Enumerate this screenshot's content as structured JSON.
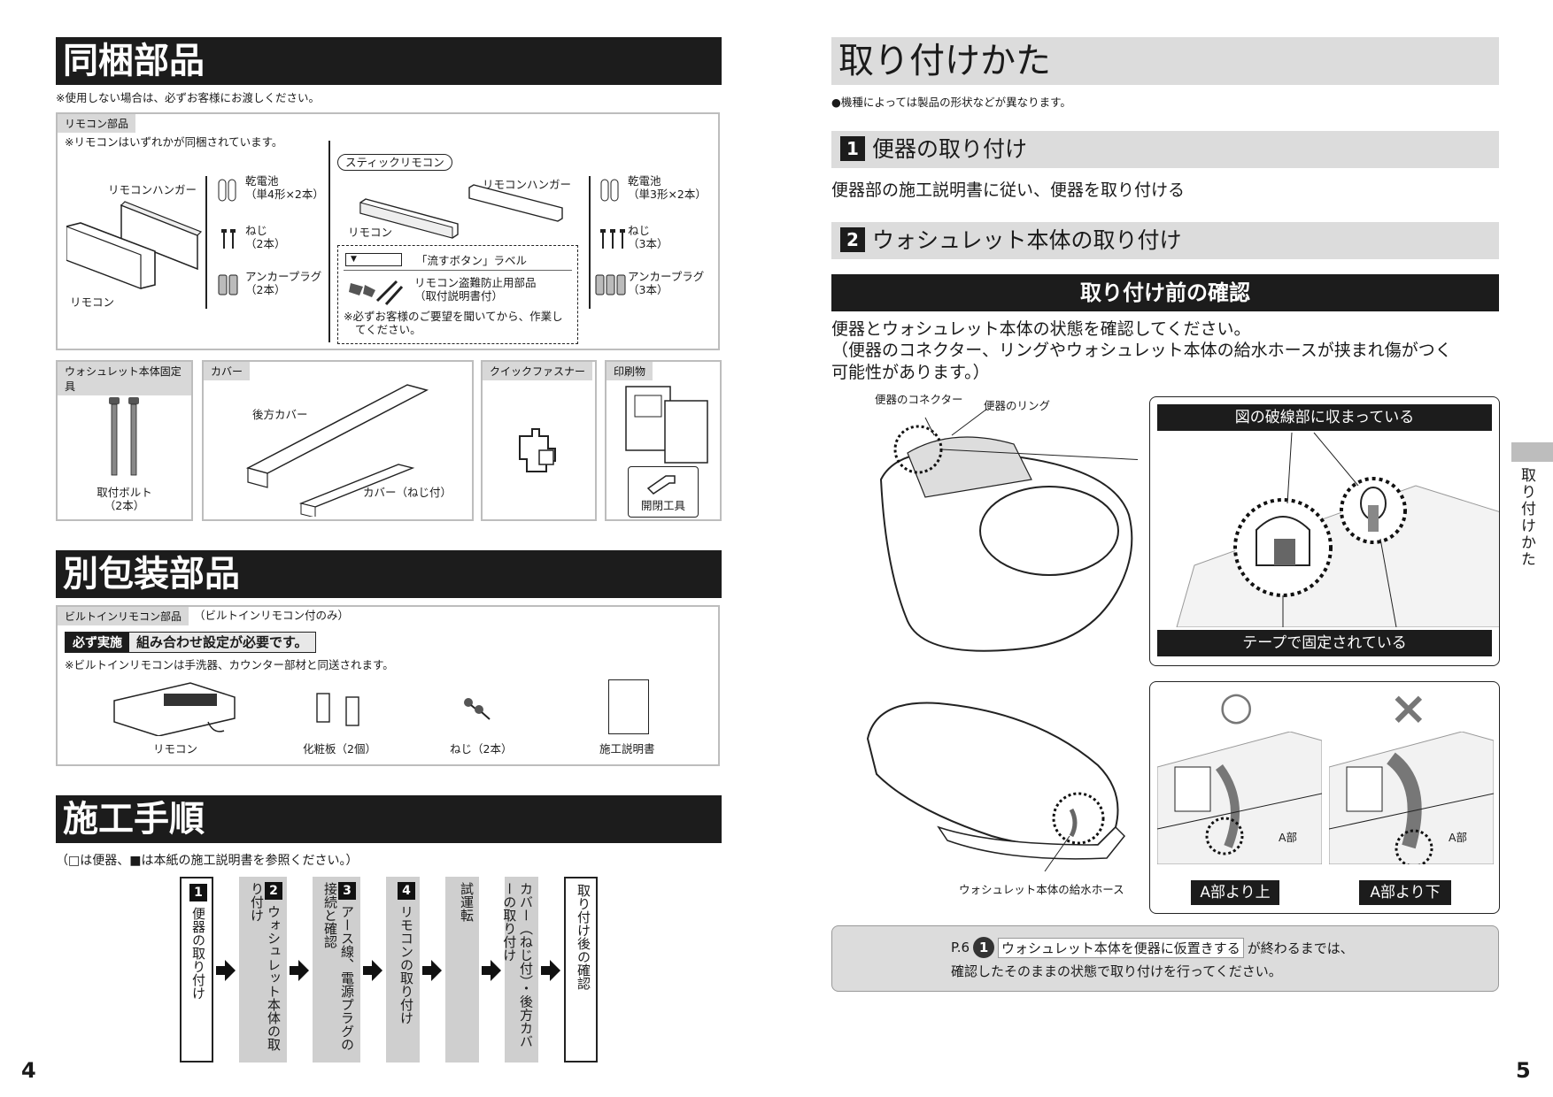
{
  "left": {
    "sec1_title": "同梱部品",
    "sec1_note": "※使用しない場合は、必ずお客様にお渡しください。",
    "remote_tag": "リモコン部品",
    "remote_note": "※リモコンはいずれかが同梱されています。",
    "hanger_label": "リモコンハンガー",
    "remote_label": "リモコン",
    "battery_l1": "乾電池",
    "battery_l2": "（単4形×2本）",
    "screw_l1": "ねじ",
    "screw_l2": "（2本）",
    "anchor_l1": "アンカープラグ",
    "anchor_l2": "（2本）",
    "stick_title": "スティックリモコン",
    "stick_hanger": "リモコンハンガー",
    "stick_remote": "リモコン",
    "flush_label": "「流すボタン」ラベル",
    "flush_mark": "▼",
    "theft_l1": "リモコン盗難防止用部品",
    "theft_l2": "（取付説明書付）",
    "theft_note_l1": "※必ずお客様のご要望を聞いてから、作業し",
    "theft_note_l2": "てください。",
    "battery3_l1": "乾電池",
    "battery3_l2": "（単3形×2本）",
    "screw3_l1": "ねじ",
    "screw3_l2": "（3本）",
    "anchor3_l1": "アンカープラグ",
    "anchor3_l2": "（3本）",
    "fix_tag": "ウォシュレット本体固定具",
    "bolt_l1": "取付ボルト",
    "bolt_l2": "（2本）",
    "cover_tag": "カバー",
    "rear_cover": "後方カバー",
    "cover_screw": "カバー（ねじ付）",
    "quick_tag": "クイックファスナー",
    "print_tag": "印刷物",
    "open_tool": "開閉工具",
    "sec2_title": "別包装部品",
    "builtin_tag": "ビルトインリモコン部品",
    "builtin_note": "（ビルトインリモコン付のみ）",
    "must_label": "必ず実施",
    "must_text": "組み合わせ設定が必要です。",
    "builtin_ship": "※ビルトインリモコンは手洗器、カウンター部材と同送されます。",
    "b_remote": "リモコン",
    "b_panel": "化粧板（2個）",
    "b_screw": "ねじ（2本）",
    "b_manual": "施工説明書",
    "sec3_title": "施工手順",
    "legend": "（□は便器、■は本紙の施工説明書を参照ください。）",
    "steps": [
      {
        "num": "1",
        "text": "便器の取り付け"
      },
      {
        "num": "2",
        "text": "ウォシュレット本体の取り付け"
      },
      {
        "num": "3",
        "text": "アース線、電源プラグの接続と確認"
      },
      {
        "num": "4",
        "text": "リモコンの取り付け"
      },
      {
        "num": "",
        "text": "試運転"
      },
      {
        "num": "",
        "text": "カバー（ねじ付）・後方カバーの取り付け"
      },
      {
        "num": "",
        "text": "取り付け後の確認"
      }
    ],
    "page_num": "4"
  },
  "right": {
    "title": "取り付けかた",
    "note": "●機種によっては製品の形状などが異なります。",
    "s1_num": "1",
    "s1_title": "便器の取り付け",
    "s1_text": "便器部の施工説明書に従い、便器を取り付ける",
    "s2_num": "2",
    "s2_title": "ウォシュレット本体の取り付け",
    "check_title": "取り付け前の確認",
    "check_l1": "便器とウォシュレット本体の状態を確認してください。",
    "check_l2": "（便器のコネクター、リングやウォシュレット本体の給水ホースが挟まれ傷がつく",
    "check_l3": "可能性があります。）",
    "conn_label": "便器のコネクター",
    "ring_label": "便器のリング",
    "box1_top": "図の破線部に収まっている",
    "box1_bottom": "テープで固定されている",
    "ok_mark": "○",
    "ng_mark": "×",
    "a_part": "A部",
    "ok_caption": "A部より上",
    "ng_caption": "A部より下",
    "hose_label": "ウォシュレット本体の給水ホース",
    "foot_prefix": "P.6",
    "foot_num": "1",
    "foot_link": "ウォシュレット本体を便器に仮置きする",
    "foot_suffix": "が終わるまでは、",
    "foot_l2": "確認したそのままの状態で取り付けを行ってください。",
    "side_tab": "取り付けかた",
    "page_num": "5"
  }
}
